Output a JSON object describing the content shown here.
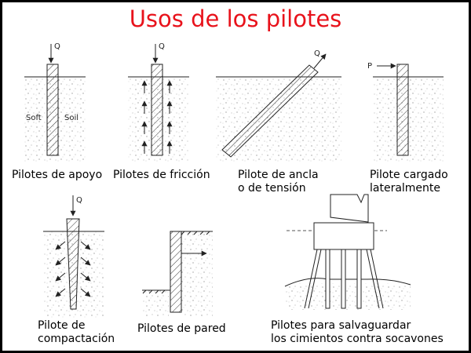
{
  "title": "Usos de los pilotes",
  "labels": {
    "bearing": "Pilotes de apoyo",
    "friction": "Pilotes de fricción",
    "anchor_line1": "Pilote de ancla",
    "anchor_line2": "o de tensión",
    "lateral_line1": "Pilote cargado",
    "lateral_line2": "lateralmente",
    "compaction_line1": "Pilote de",
    "compaction_line2": "compactación",
    "wall": "Pilotes de pared",
    "scour_line1": "Pilotes para salvaguardar",
    "scour_line2": "los cimientos contra socavones"
  },
  "load_symbols": {
    "bearing": "Q",
    "friction": "Q",
    "anchor": "Q",
    "lateral": "P",
    "compaction": "Q"
  },
  "soil_labels": {
    "left": "Soft",
    "right": "Soil"
  },
  "colors": {
    "title": "#e8121b",
    "frame": "#000000",
    "background": "#ffffff",
    "line": "#222222"
  }
}
